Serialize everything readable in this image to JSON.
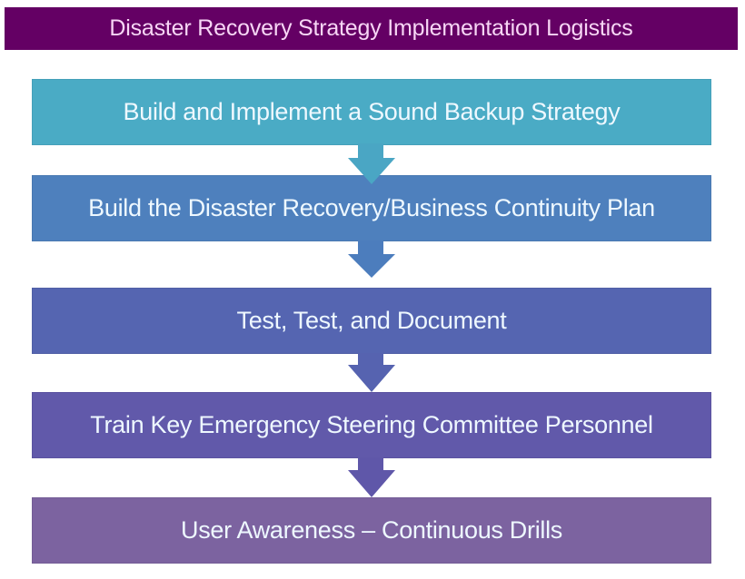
{
  "title": "Disaster Recovery Strategy Implementation Logistics",
  "colors": {
    "title_bg": "#640064",
    "title_text": "#f7d6f5",
    "step_text": "#eef8ff",
    "steps": [
      "#4aabc5",
      "#4e80bd",
      "#5565b1",
      "#6159aa",
      "#7c63a0"
    ],
    "arrows": [
      "#4aa6c4",
      "#4c7dbd",
      "#5663b0",
      "#5f57a9"
    ]
  },
  "steps": [
    {
      "label": "Build and Implement a Sound Backup Strategy"
    },
    {
      "label": "Build the Disaster Recovery/Business Continuity Plan"
    },
    {
      "label": "Test, Test, and Document"
    },
    {
      "label": "Train Key Emergency Steering Committee Personnel"
    },
    {
      "label": "User Awareness – Continuous Drills"
    }
  ],
  "connectors": [
    {
      "from": 1,
      "to": 2,
      "icon": "arrow-down-icon"
    },
    {
      "from": 2,
      "to": 3,
      "icon": "arrow-down-icon"
    },
    {
      "from": 3,
      "to": 4,
      "icon": "arrow-down-icon"
    },
    {
      "from": 4,
      "to": 5,
      "icon": "arrow-down-icon"
    }
  ]
}
